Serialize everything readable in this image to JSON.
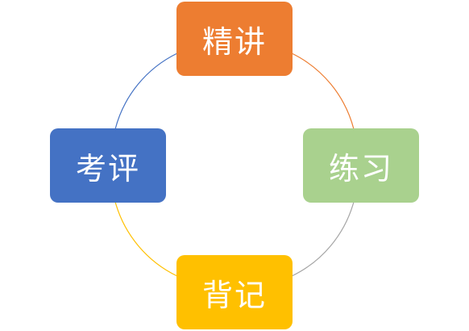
{
  "cycle": {
    "nodes": [
      {
        "label": "精讲",
        "color": "#ED7D31"
      },
      {
        "label": "练习",
        "color": "#A9D18E"
      },
      {
        "label": "背记",
        "color": "#FFC000"
      },
      {
        "label": "考评",
        "color": "#4472C4"
      }
    ],
    "arcs": [
      {
        "color": "#ED7D31"
      },
      {
        "color": "#A5A5A5"
      },
      {
        "color": "#FFC000"
      },
      {
        "color": "#4472C4"
      }
    ]
  }
}
